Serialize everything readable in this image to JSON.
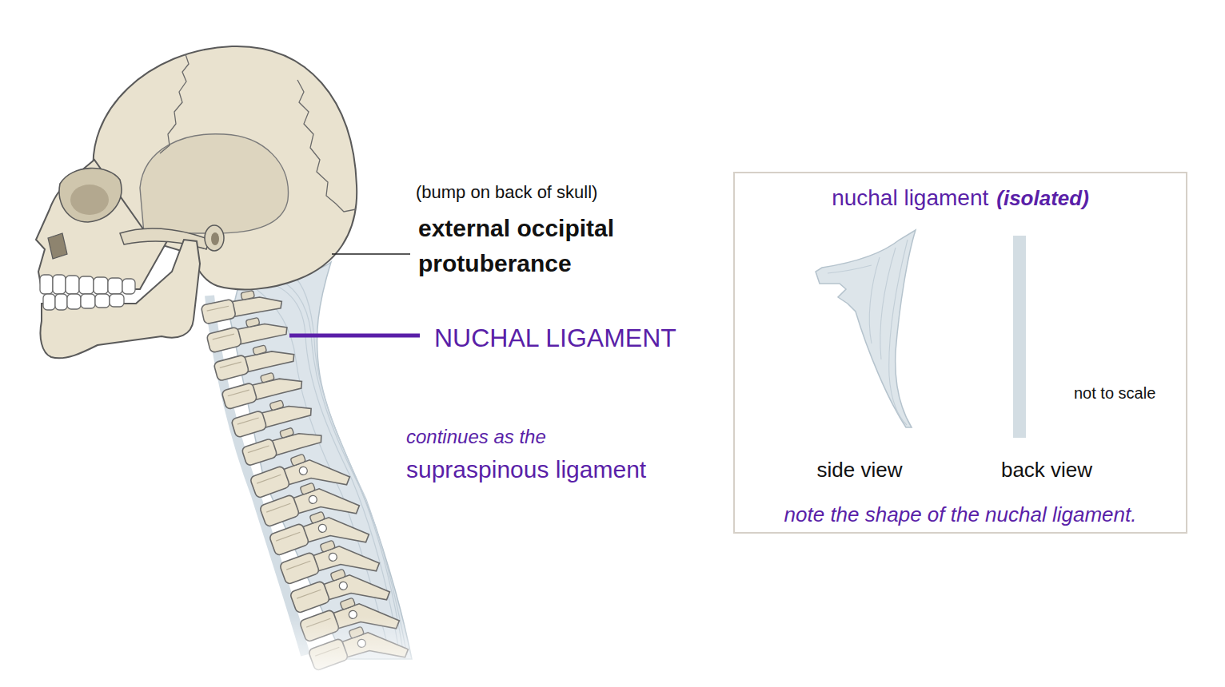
{
  "diagram": {
    "nodes": [
      {
        "text": [
          "nuchal ligament",
          "(isolated)",
          "side view",
          "back view",
          "not to scale",
          "note the shape of the nuchal ligament."
        ]
      }
    ],
    "labels": [
      "(bump on back of skull)",
      "external occipital protuberance",
      "NUCHAL LIGAMENT",
      "continues as the",
      "supraspinous ligament"
    ]
  }
}
